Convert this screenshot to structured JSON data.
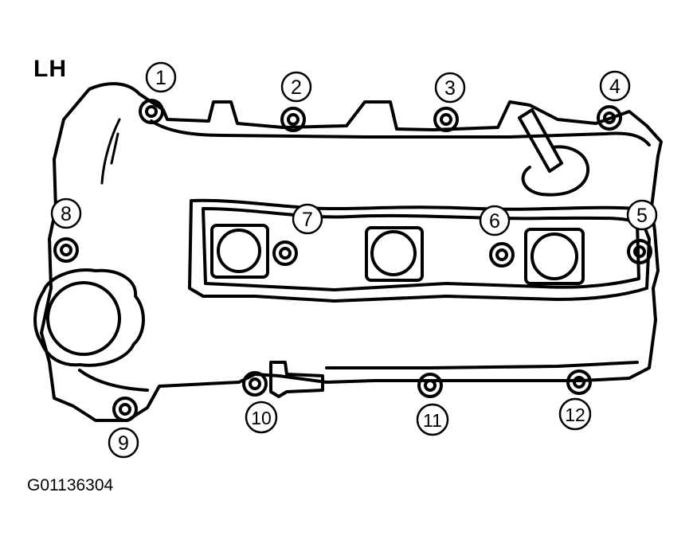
{
  "diagram": {
    "side_label": "LH",
    "figure_id": "G01136304",
    "callouts": [
      "1",
      "2",
      "3",
      "4",
      "5",
      "6",
      "7",
      "8",
      "9",
      "10",
      "11",
      "12"
    ]
  }
}
